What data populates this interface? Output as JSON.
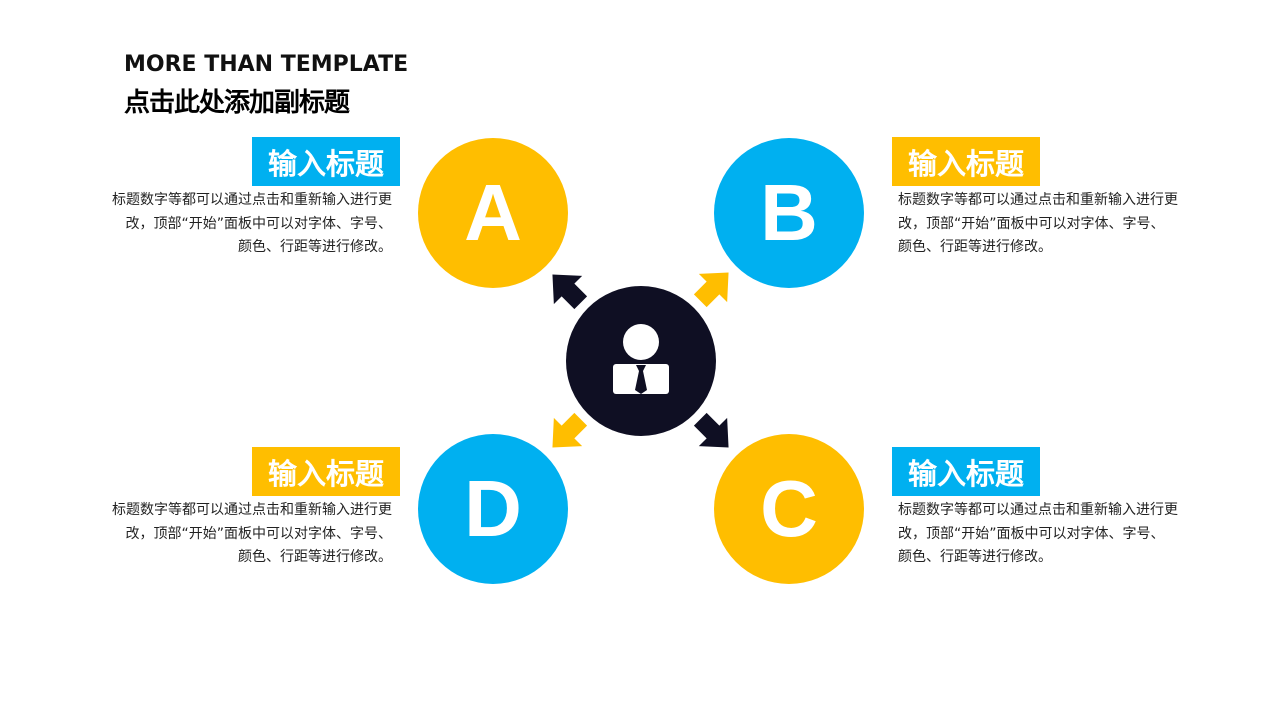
{
  "header": {
    "title": "MORE THAN TEMPLATE",
    "subtitle": "点击此处添加副标题"
  },
  "colors": {
    "yellow": "#FFBE00",
    "blue": "#00B0F0",
    "dark": "#0F0F23"
  },
  "center": {
    "icon": "person-with-tie-icon"
  },
  "items": [
    {
      "letter": "A",
      "color": "yellow",
      "tag": "输入标题",
      "tag_color": "blue",
      "desc": [
        "标题数字等都可以通过点击和重新输入进行更",
        "改，顶部“开始”面板中可以对字体、字号、",
        "颜色、行距等进行修改。"
      ]
    },
    {
      "letter": "B",
      "color": "blue",
      "tag": "输入标题",
      "tag_color": "yellow",
      "desc": [
        "标题数字等都可以通过点击和重新输入进行更",
        "改，顶部“开始”面板中可以对字体、字号、",
        "颜色、行距等进行修改。"
      ]
    },
    {
      "letter": "C",
      "color": "yellow",
      "tag": "输入标题",
      "tag_color": "blue",
      "desc": [
        "标题数字等都可以通过点击和重新输入进行更",
        "改，顶部“开始”面板中可以对字体、字号、",
        "颜色、行距等进行修改。"
      ]
    },
    {
      "letter": "D",
      "color": "blue",
      "tag": "输入标题",
      "tag_color": "yellow",
      "desc": [
        "标题数字等都可以通过点击和重新输入进行更",
        "改，顶部“开始”面板中可以对字体、字号、",
        "颜色、行距等进行修改。"
      ]
    }
  ]
}
